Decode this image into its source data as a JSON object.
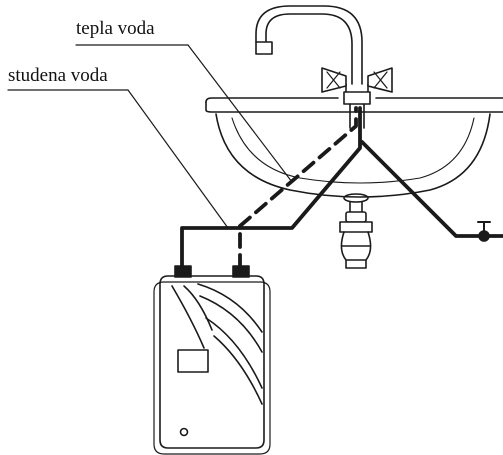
{
  "labels": {
    "hot_water": "tepla voda",
    "cold_water": "studena voda"
  },
  "colors": {
    "line": "#1a1a1a",
    "background": "#ffffff"
  },
  "parts": [
    "faucet-icon",
    "sink-basin",
    "siphon-trap",
    "water-heater",
    "stop-valve-icon"
  ]
}
